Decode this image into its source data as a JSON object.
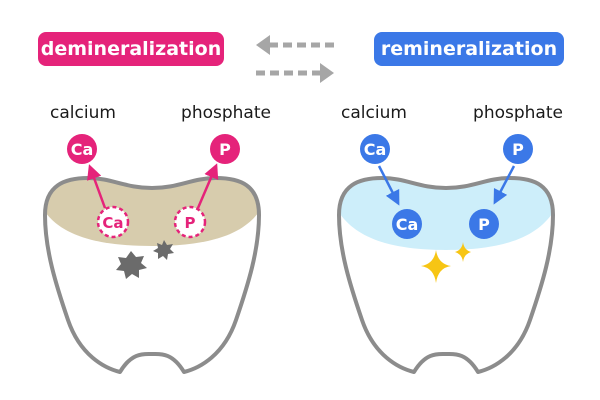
{
  "headers": {
    "demineralization": "demineralization",
    "remineralization": "remineralization"
  },
  "left_tooth": {
    "calcium_label": "calcium",
    "phosphate_label": "phosphate",
    "calcium_symbol": "Ca",
    "phosphate_symbol": "P"
  },
  "right_tooth": {
    "calcium_label": "calcium",
    "phosphate_label": "phosphate",
    "calcium_symbol": "Ca",
    "phosphate_symbol": "P"
  },
  "colors": {
    "demineralization": "#e5237a",
    "remineralization": "#3b78e7",
    "demineralized_area": "#d7ccad",
    "remineralized_area": "#cdeefa",
    "tooth_outline": "#8c8c8c",
    "decay_marks": "#6b6b6b",
    "sparkle": "#f7c514",
    "process_arrows": "#a6a6a6"
  },
  "icons": [
    "decay-star-icon",
    "sparkle-icon",
    "arrow-left-icon",
    "arrow-right-icon"
  ]
}
